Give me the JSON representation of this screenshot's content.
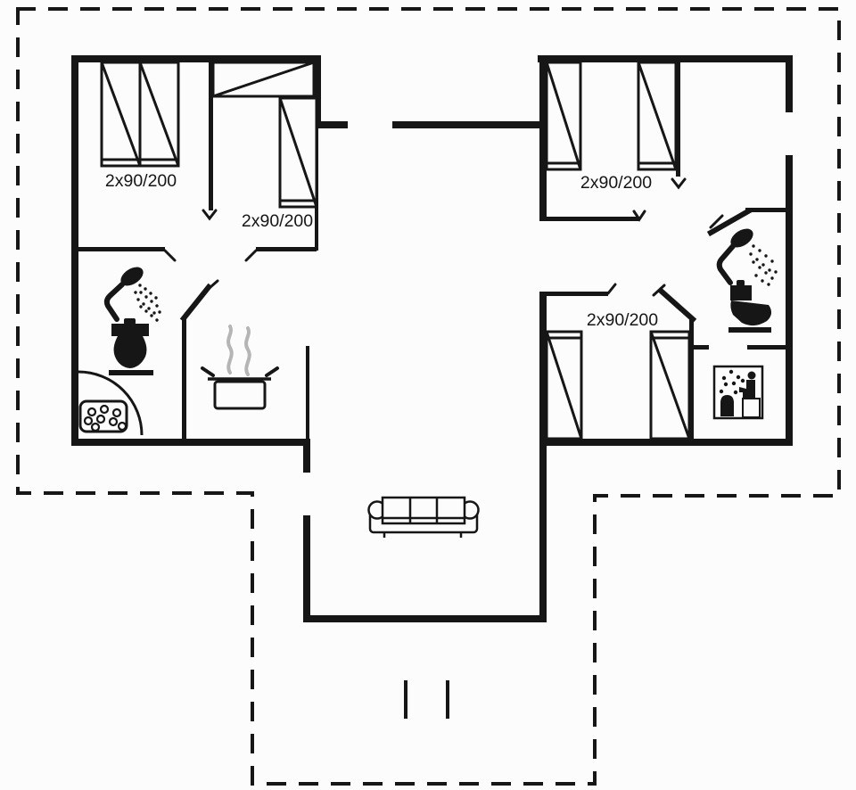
{
  "floor_plan": {
    "bed_size_labels": {
      "left_bedroom_top": "2x90/200",
      "left_bedroom_inner": "2x90/200",
      "right_bedroom_top": "2x90/200",
      "right_bedroom_bottom": "2x90/200"
    },
    "colors": {
      "line": "#161616",
      "background": "#fcfcfc",
      "steam": "#b5b5b5"
    },
    "icons": [
      "bed-icon",
      "wardrobe-icon",
      "shower-icon",
      "toilet-icon",
      "washbasin-icon",
      "door-swing-icon",
      "cooking-pot-icon",
      "steam-icon",
      "sofa-icon",
      "sauna-icon"
    ]
  }
}
